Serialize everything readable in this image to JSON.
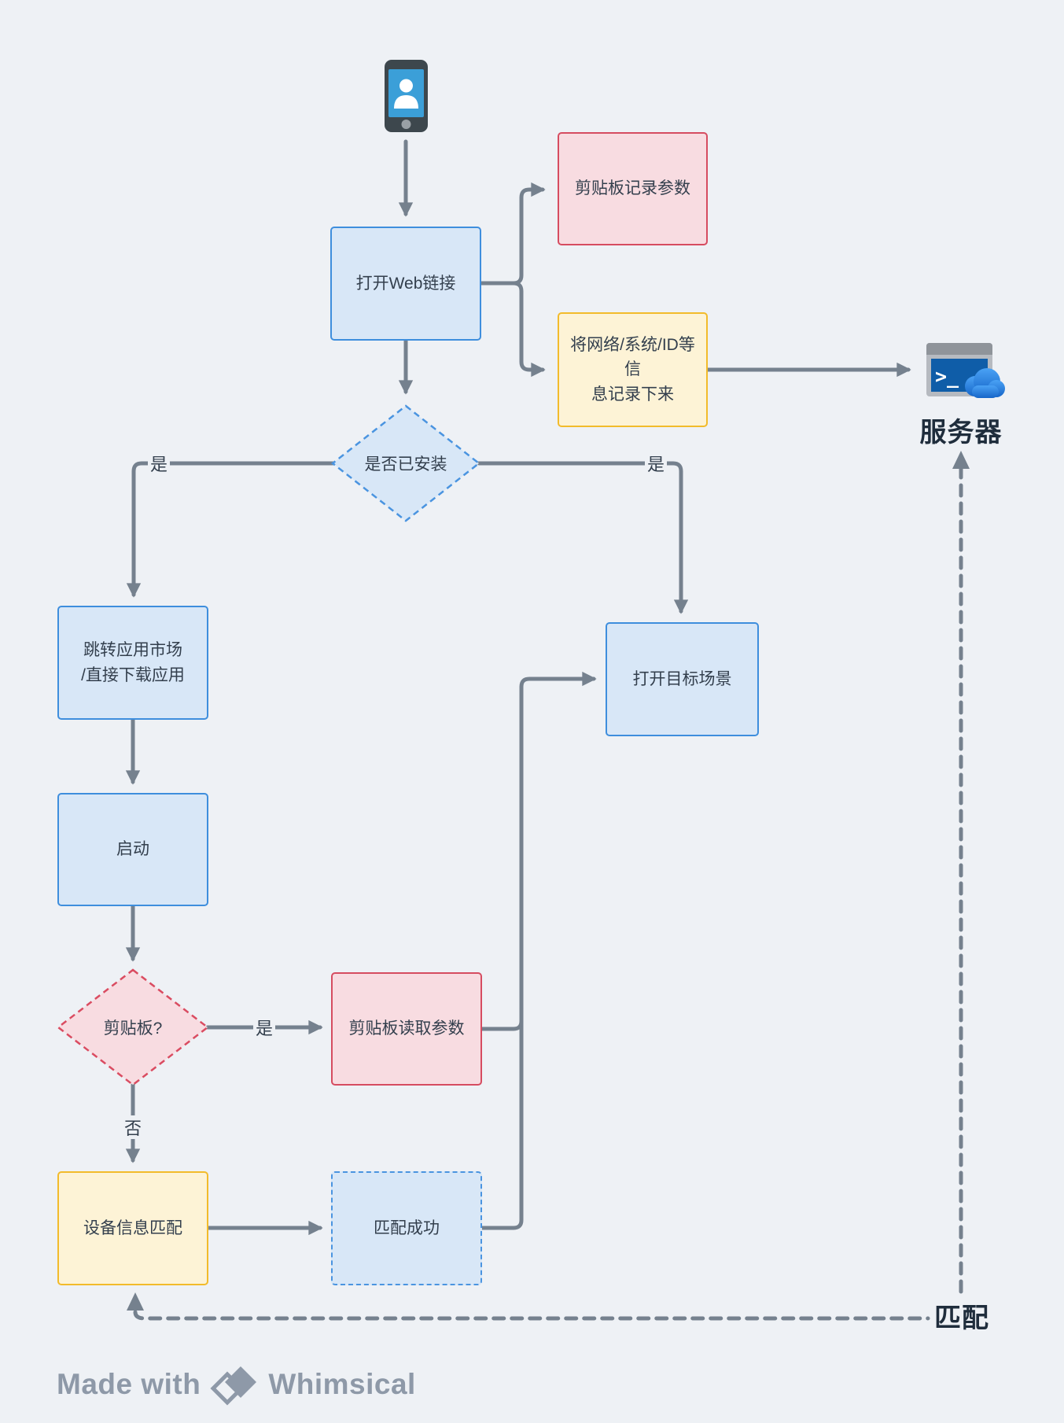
{
  "diagram": {
    "nodes": {
      "open_web_link": {
        "label": "打开Web链接"
      },
      "clipboard_record": {
        "label": "剪贴板记录参数"
      },
      "record_info": {
        "label": "将网络/系统/ID等信\n息记录下来"
      },
      "is_installed": {
        "label": "是否已安装"
      },
      "jump_store": {
        "label": "跳转应用市场\n/直接下载应用"
      },
      "launch": {
        "label": "启动"
      },
      "clipboard_q": {
        "label": "剪贴板?"
      },
      "clipboard_read": {
        "label": "剪贴板读取参数"
      },
      "open_target": {
        "label": "打开目标场景"
      },
      "device_match": {
        "label": "设备信息匹配"
      },
      "match_success": {
        "label": "匹配成功"
      }
    },
    "edge_labels": {
      "yes_left": "是",
      "yes_right": "是",
      "yes_clipboard": "是",
      "no": "否",
      "match": "匹配"
    },
    "server_label": "服务器",
    "terminal_prompt": ">_",
    "icons": {
      "phone": "mobile-user-icon",
      "server": "terminal-cloud-icon",
      "brand": "whimsical-diamonds-icon"
    },
    "colors": {
      "background": "#eef1f5",
      "connector": "#75818e",
      "blue_fill": "#d8e7f7",
      "blue_border": "#3e8edd",
      "pink_fill": "#f8dce1",
      "pink_border": "#d64c60",
      "yellow_fill": "#fdf3d6",
      "yellow_border": "#f2bb2b",
      "text": "#333f4d"
    },
    "footer": {
      "made_with": "Made with",
      "brand": "Whimsical"
    }
  }
}
